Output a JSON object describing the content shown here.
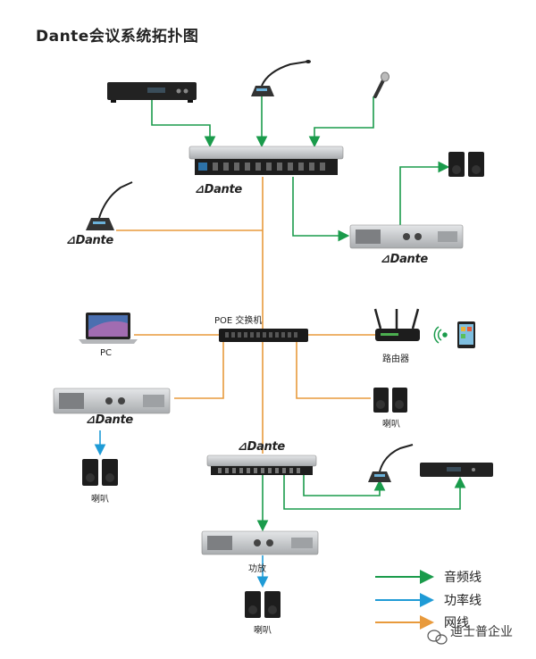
{
  "title": "Dante会议系统拓扑图",
  "labels": {
    "pc": "PC",
    "switch": "POE 交换机",
    "router": "路由器",
    "speaker_right": "喇叭",
    "speaker_left": "喇叭",
    "amp_bottom": "功放",
    "speaker_bottom": "喇叭"
  },
  "dante_logo": "Dante",
  "legend": [
    {
      "label": "音频线",
      "color": "#1a9b4b"
    },
    {
      "label": "功率线",
      "color": "#1f9bd6"
    },
    {
      "label": "网线",
      "color": "#e89a3c"
    }
  ],
  "watermark": "迪士普企业",
  "colors": {
    "audio": "#1a9b4b",
    "power": "#1f9bd6",
    "network": "#e89a3c",
    "device_dark": "#2b2b2b",
    "device_silver": "#c9cbcd"
  }
}
